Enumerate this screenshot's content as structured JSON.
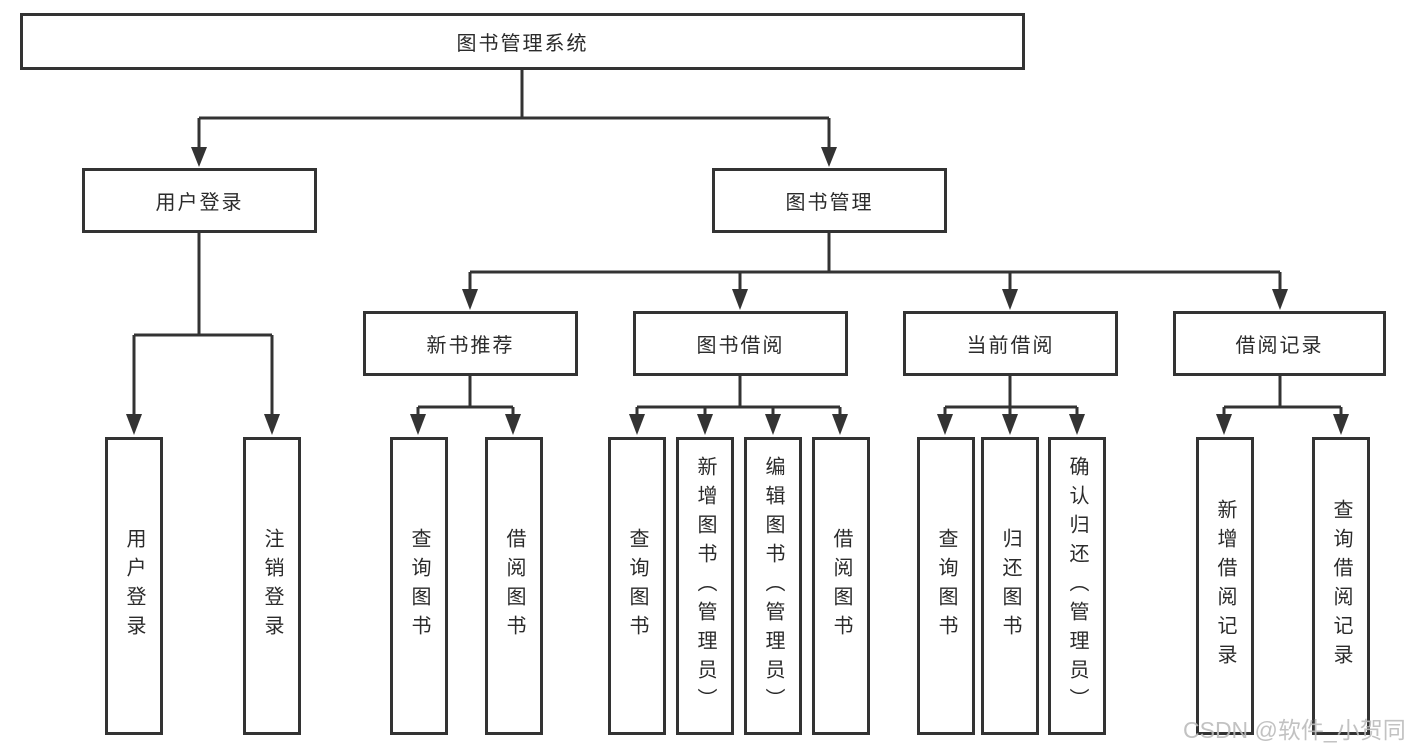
{
  "diagram": {
    "title_node": {
      "label": "图书管理系统"
    },
    "level2": [
      {
        "id": "user-login-module",
        "label": "用户登录"
      },
      {
        "id": "book-management-module",
        "label": "图书管理"
      }
    ],
    "level3": [
      {
        "id": "new-book-recommend",
        "label": "新书推荐"
      },
      {
        "id": "book-borrowing",
        "label": "图书借阅"
      },
      {
        "id": "current-borrowing",
        "label": "当前借阅"
      },
      {
        "id": "borrowing-records",
        "label": "借阅记录"
      }
    ],
    "leaves": [
      {
        "id": "user-login",
        "label": "用户登录"
      },
      {
        "id": "logout",
        "label": "注销登录"
      },
      {
        "id": "recommend-query-books",
        "label": "查询图书"
      },
      {
        "id": "recommend-borrow-books",
        "label": "借阅图书"
      },
      {
        "id": "borrowing-query-books",
        "label": "查询图书"
      },
      {
        "id": "borrowing-add-books-admin",
        "label": "新增图书（管理员）"
      },
      {
        "id": "borrowing-edit-books-admin",
        "label": "编辑图书（管理员）"
      },
      {
        "id": "borrowing-borrow-books",
        "label": "借阅图书"
      },
      {
        "id": "current-query-books",
        "label": "查询图书"
      },
      {
        "id": "current-return-books",
        "label": "归还图书"
      },
      {
        "id": "current-confirm-return-admin",
        "label": "确认归还（管理员）"
      },
      {
        "id": "record-add-borrow-record",
        "label": "新增借阅记录"
      },
      {
        "id": "record-query-borrow-record",
        "label": "查询借阅记录"
      }
    ],
    "watermark": "CSDN @软件_小贺同学",
    "colors": {
      "line": "#333333",
      "text": "#2b2b2b",
      "watermark": "#bcbcbc",
      "background": "#ffffff"
    }
  }
}
